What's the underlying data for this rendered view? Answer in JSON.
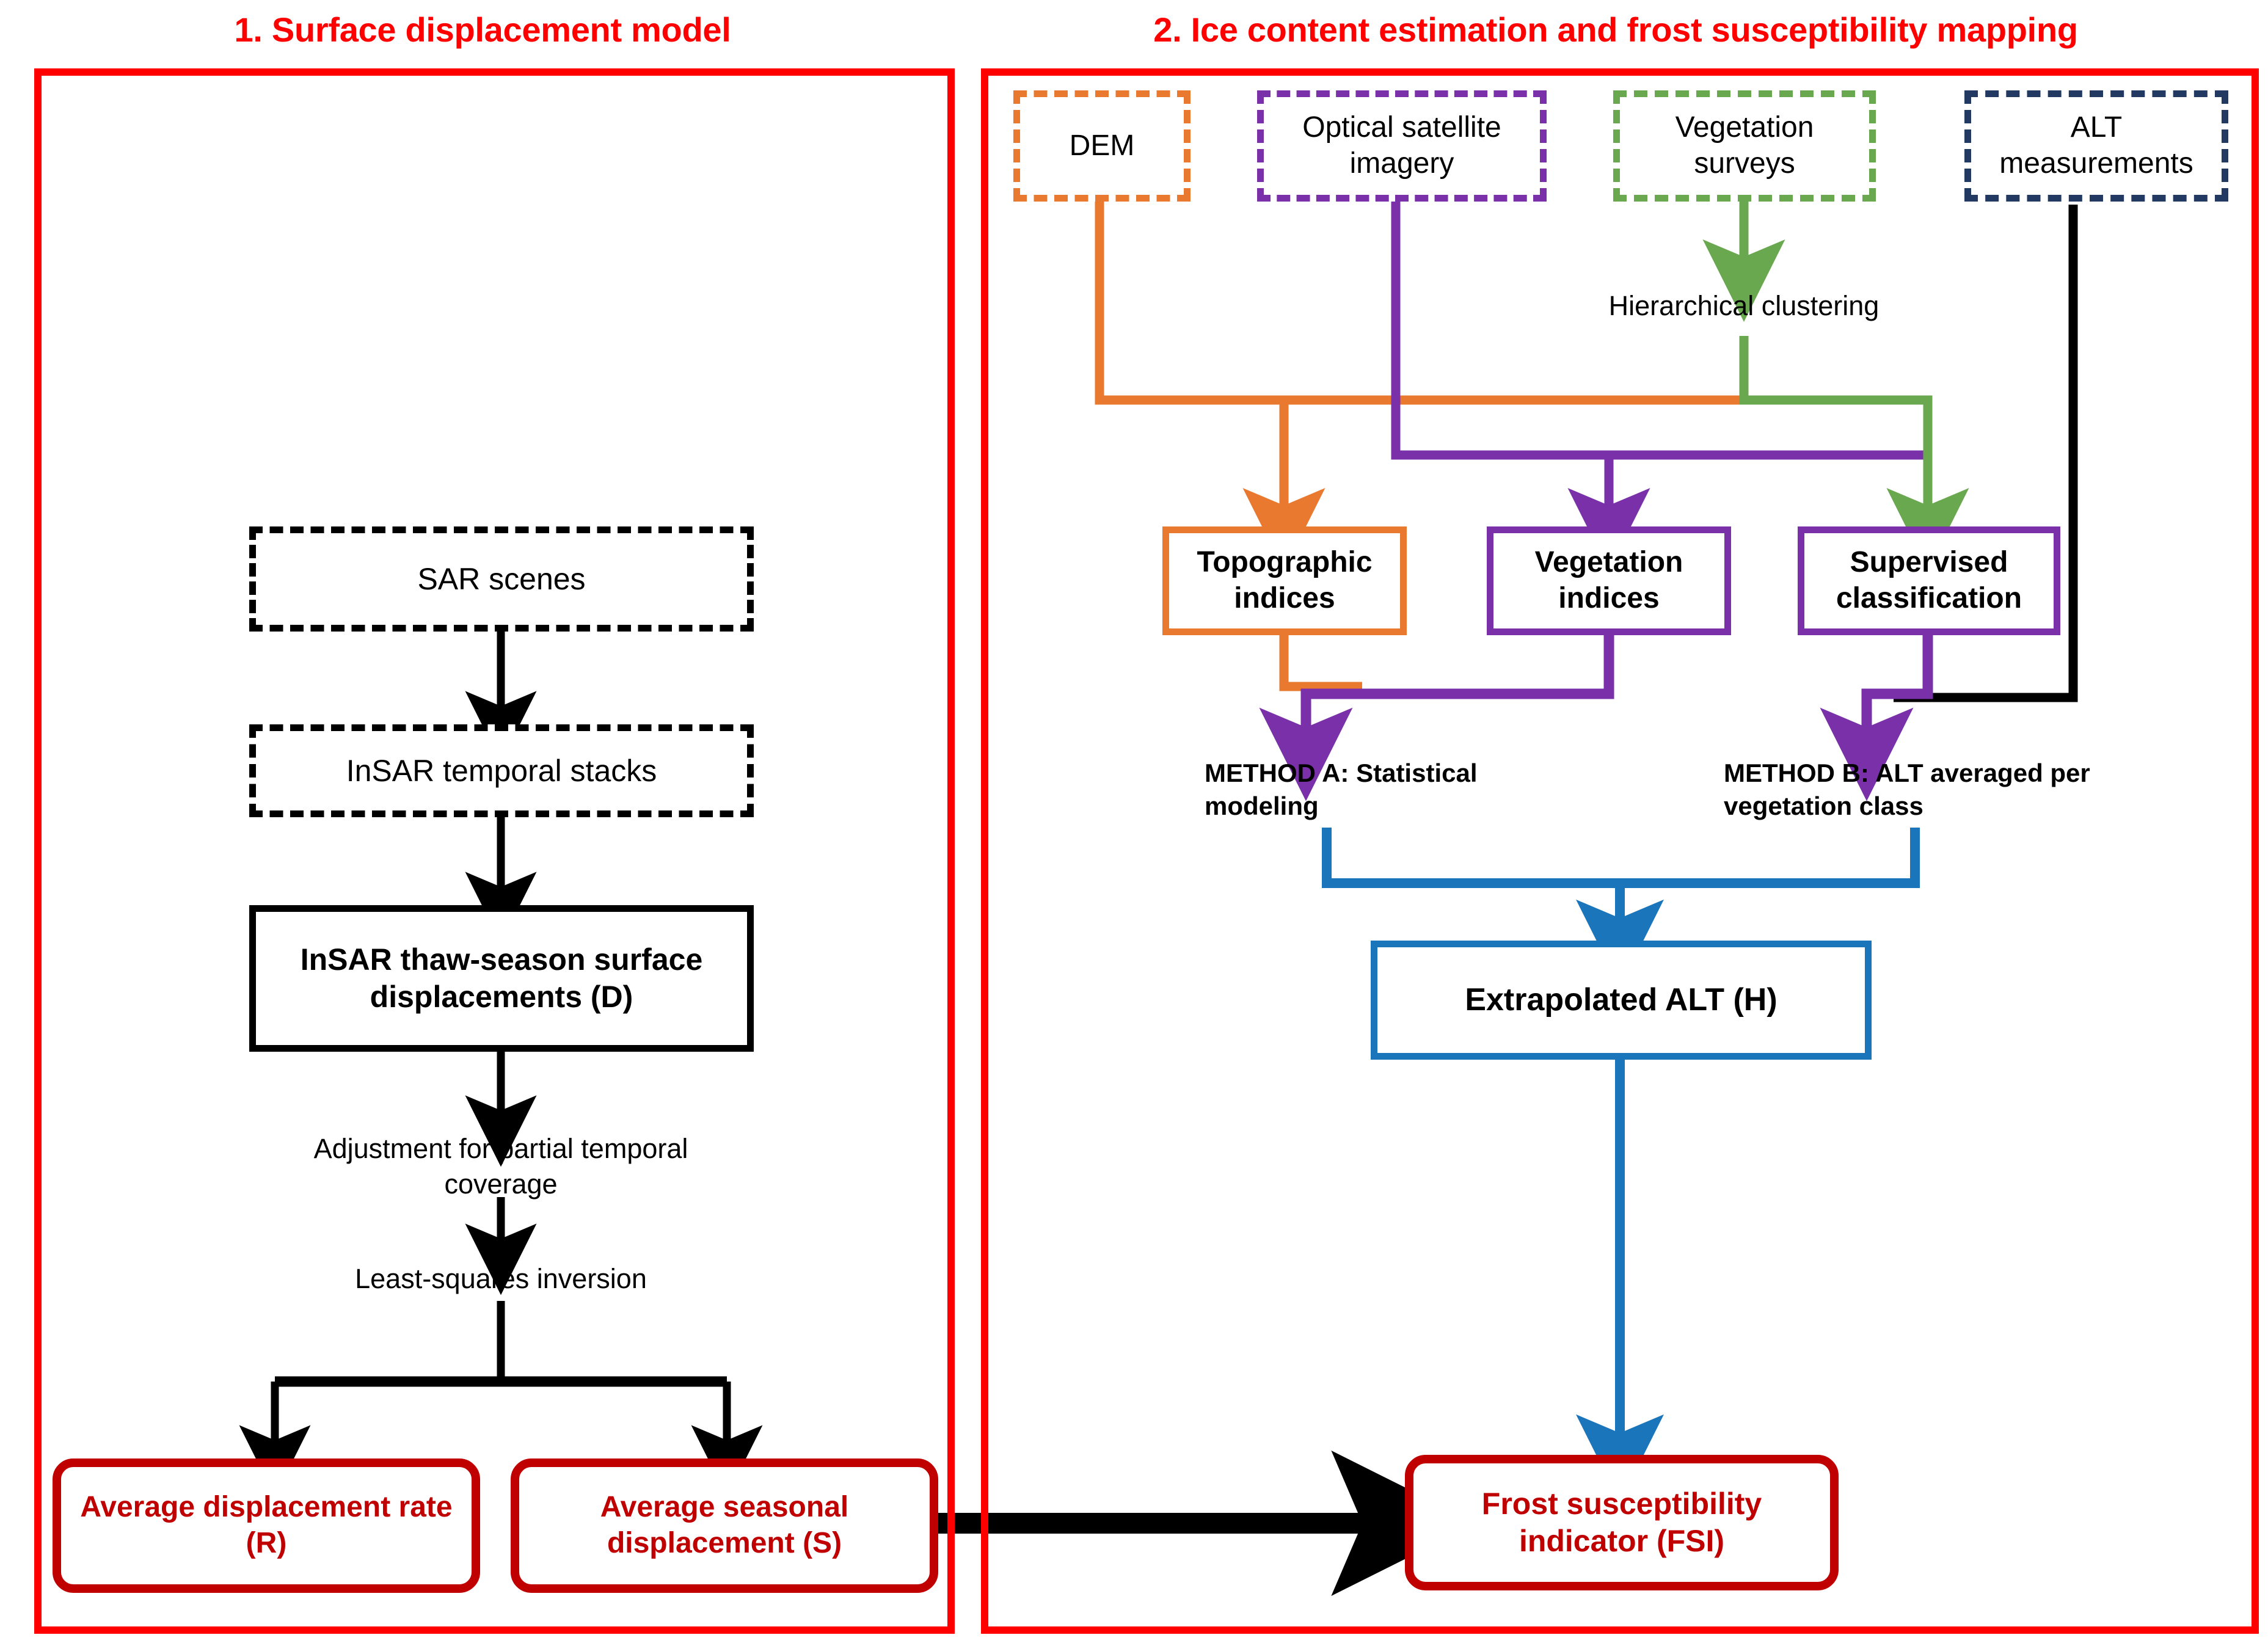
{
  "figure": {
    "type": "flowchart",
    "background": "#ffffff",
    "colors": {
      "panel_border_red": "#FF0000",
      "result_red": "#C00000",
      "orange": "#E8792E",
      "purple": "#7A30A8",
      "green": "#6AA84F",
      "navy": "#223A62",
      "blue": "#1B75BB",
      "black": "#000000"
    }
  },
  "panels": [
    {
      "id": "panel1",
      "title": "1. Surface displacement model"
    },
    {
      "id": "panel2",
      "title": "2. Ice content estimation and frost susceptibility mapping"
    }
  ],
  "panel1": {
    "nodes": {
      "sar_scenes": "SAR scenes",
      "insar_stacks": "InSAR temporal stacks",
      "insar_displacements": "InSAR thaw-season surface displacements (D)",
      "avg_rate": "Average displacement rate (R)",
      "avg_seasonal": "Average seasonal displacement (S)"
    },
    "labels": {
      "adjustment": "Adjustment for partial temporal coverage",
      "least_squares": "Least-squares inversion"
    }
  },
  "panel2": {
    "inputs": {
      "dem": "DEM",
      "optical": "Optical satellite imagery",
      "vegetation_surveys": "Vegetation surveys",
      "alt_measurements": "ALT measurements"
    },
    "labels": {
      "hierarchical_clustering": "Hierarchical clustering",
      "method_a": "METHOD A: Statistical modeling",
      "method_b": "METHOD B:  ALT averaged per vegetation class"
    },
    "nodes": {
      "topographic_indices": "Topographic indices",
      "vegetation_indices": "Vegetation indices",
      "supervised_classification": "Supervised classification",
      "extrapolated_alt": "Extrapolated ALT (H)",
      "fsi": "Frost susceptibility indicator (FSI)"
    }
  }
}
